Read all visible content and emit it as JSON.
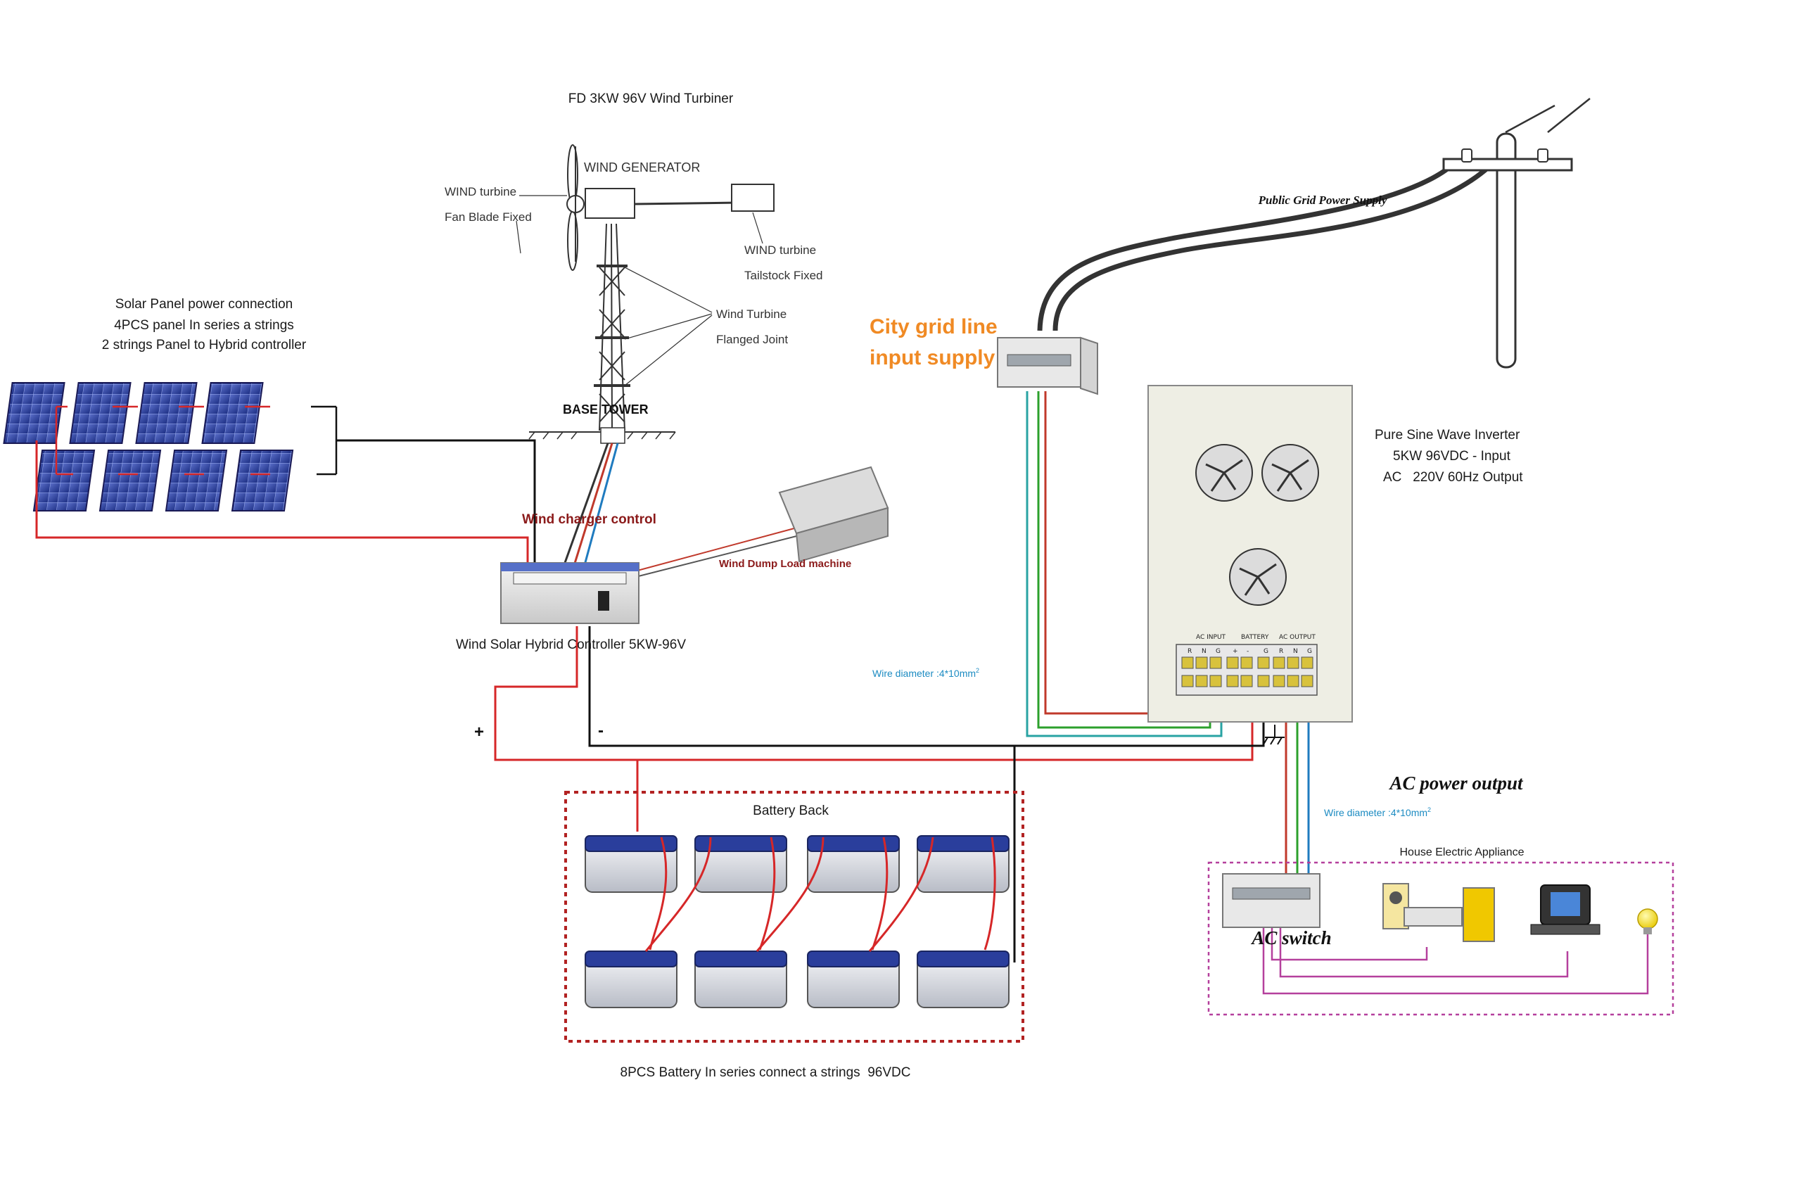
{
  "colors": {
    "dc_positive": "#d62728",
    "dc_negative": "#111111",
    "ac_live": "#c0392b",
    "ac_neutral": "#1f7bbf",
    "ac_earth": "#2ca02c",
    "grid_line": "#29a3a3",
    "ac_out_wire": "#b5409d",
    "title_orange": "#f08a24",
    "label_maroon": "#8b1a1a",
    "note_blue": "#1c8bc2"
  },
  "wind": {
    "title": "FD 3KW 96V Wind Turbiner",
    "generator": "WIND GENERATOR",
    "blade": [
      "WIND turbine",
      "Fan Blade Fixed"
    ],
    "tail": [
      "WIND turbine",
      "Tailstock Fixed"
    ],
    "flange": [
      "Wind Turbine",
      "Flanged Joint"
    ],
    "tower": "BASE TOWER"
  },
  "solar": {
    "lines": [
      "Solar Panel power connection",
      "4PCS panel In series a strings",
      "2 strings Panel to Hybrid controller"
    ]
  },
  "controller": {
    "charger_label": "Wind charger control",
    "dump_load": "Wind Dump Load machine",
    "caption": "Wind Solar Hybrid Controller 5KW-96V"
  },
  "grid": {
    "public": "Public Grid Power Supply",
    "city_line_1": "City grid line",
    "city_line_2": "input supply"
  },
  "inverter": {
    "lines": [
      "Pure Sine Wave Inverter",
      "5KW 96VDC - Input",
      "AC   220V 60Hz Output"
    ],
    "terminal_headers": [
      "AC INPUT",
      "BATTERY",
      "AC OUTPUT"
    ],
    "terminal_letters": [
      "R",
      "N",
      "G",
      "+",
      "-",
      "G",
      "R",
      "N",
      "G"
    ]
  },
  "wiring": {
    "wire_note_dc": "Wire diameter :4*10mm",
    "wire_note_ac": "Wire diameter :4*10mm",
    "superscript": "2",
    "plus": "+",
    "minus": "-"
  },
  "battery": {
    "title": "Battery Back",
    "caption": "8PCS Battery In series connect a strings  96VDC"
  },
  "ac_output": {
    "title": "AC power output",
    "appliances": "House Electric Appliance",
    "switch": "AC switch"
  }
}
